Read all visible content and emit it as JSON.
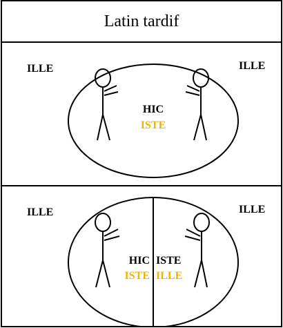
{
  "header": {
    "title": "Latin tardif"
  },
  "panel1": {
    "outside_left": "ILLE",
    "outside_right": "ILLE",
    "center_top": "HIC",
    "center_bottom": "ISTE"
  },
  "panel2": {
    "outside_left": "ILLE",
    "outside_right": "ILLE",
    "left_top": "HIC",
    "left_bottom": "ISTE",
    "right_top": "ISTE",
    "right_bottom": "ILLE"
  },
  "colors": {
    "black": "#000000",
    "gold": "#f0b400"
  }
}
